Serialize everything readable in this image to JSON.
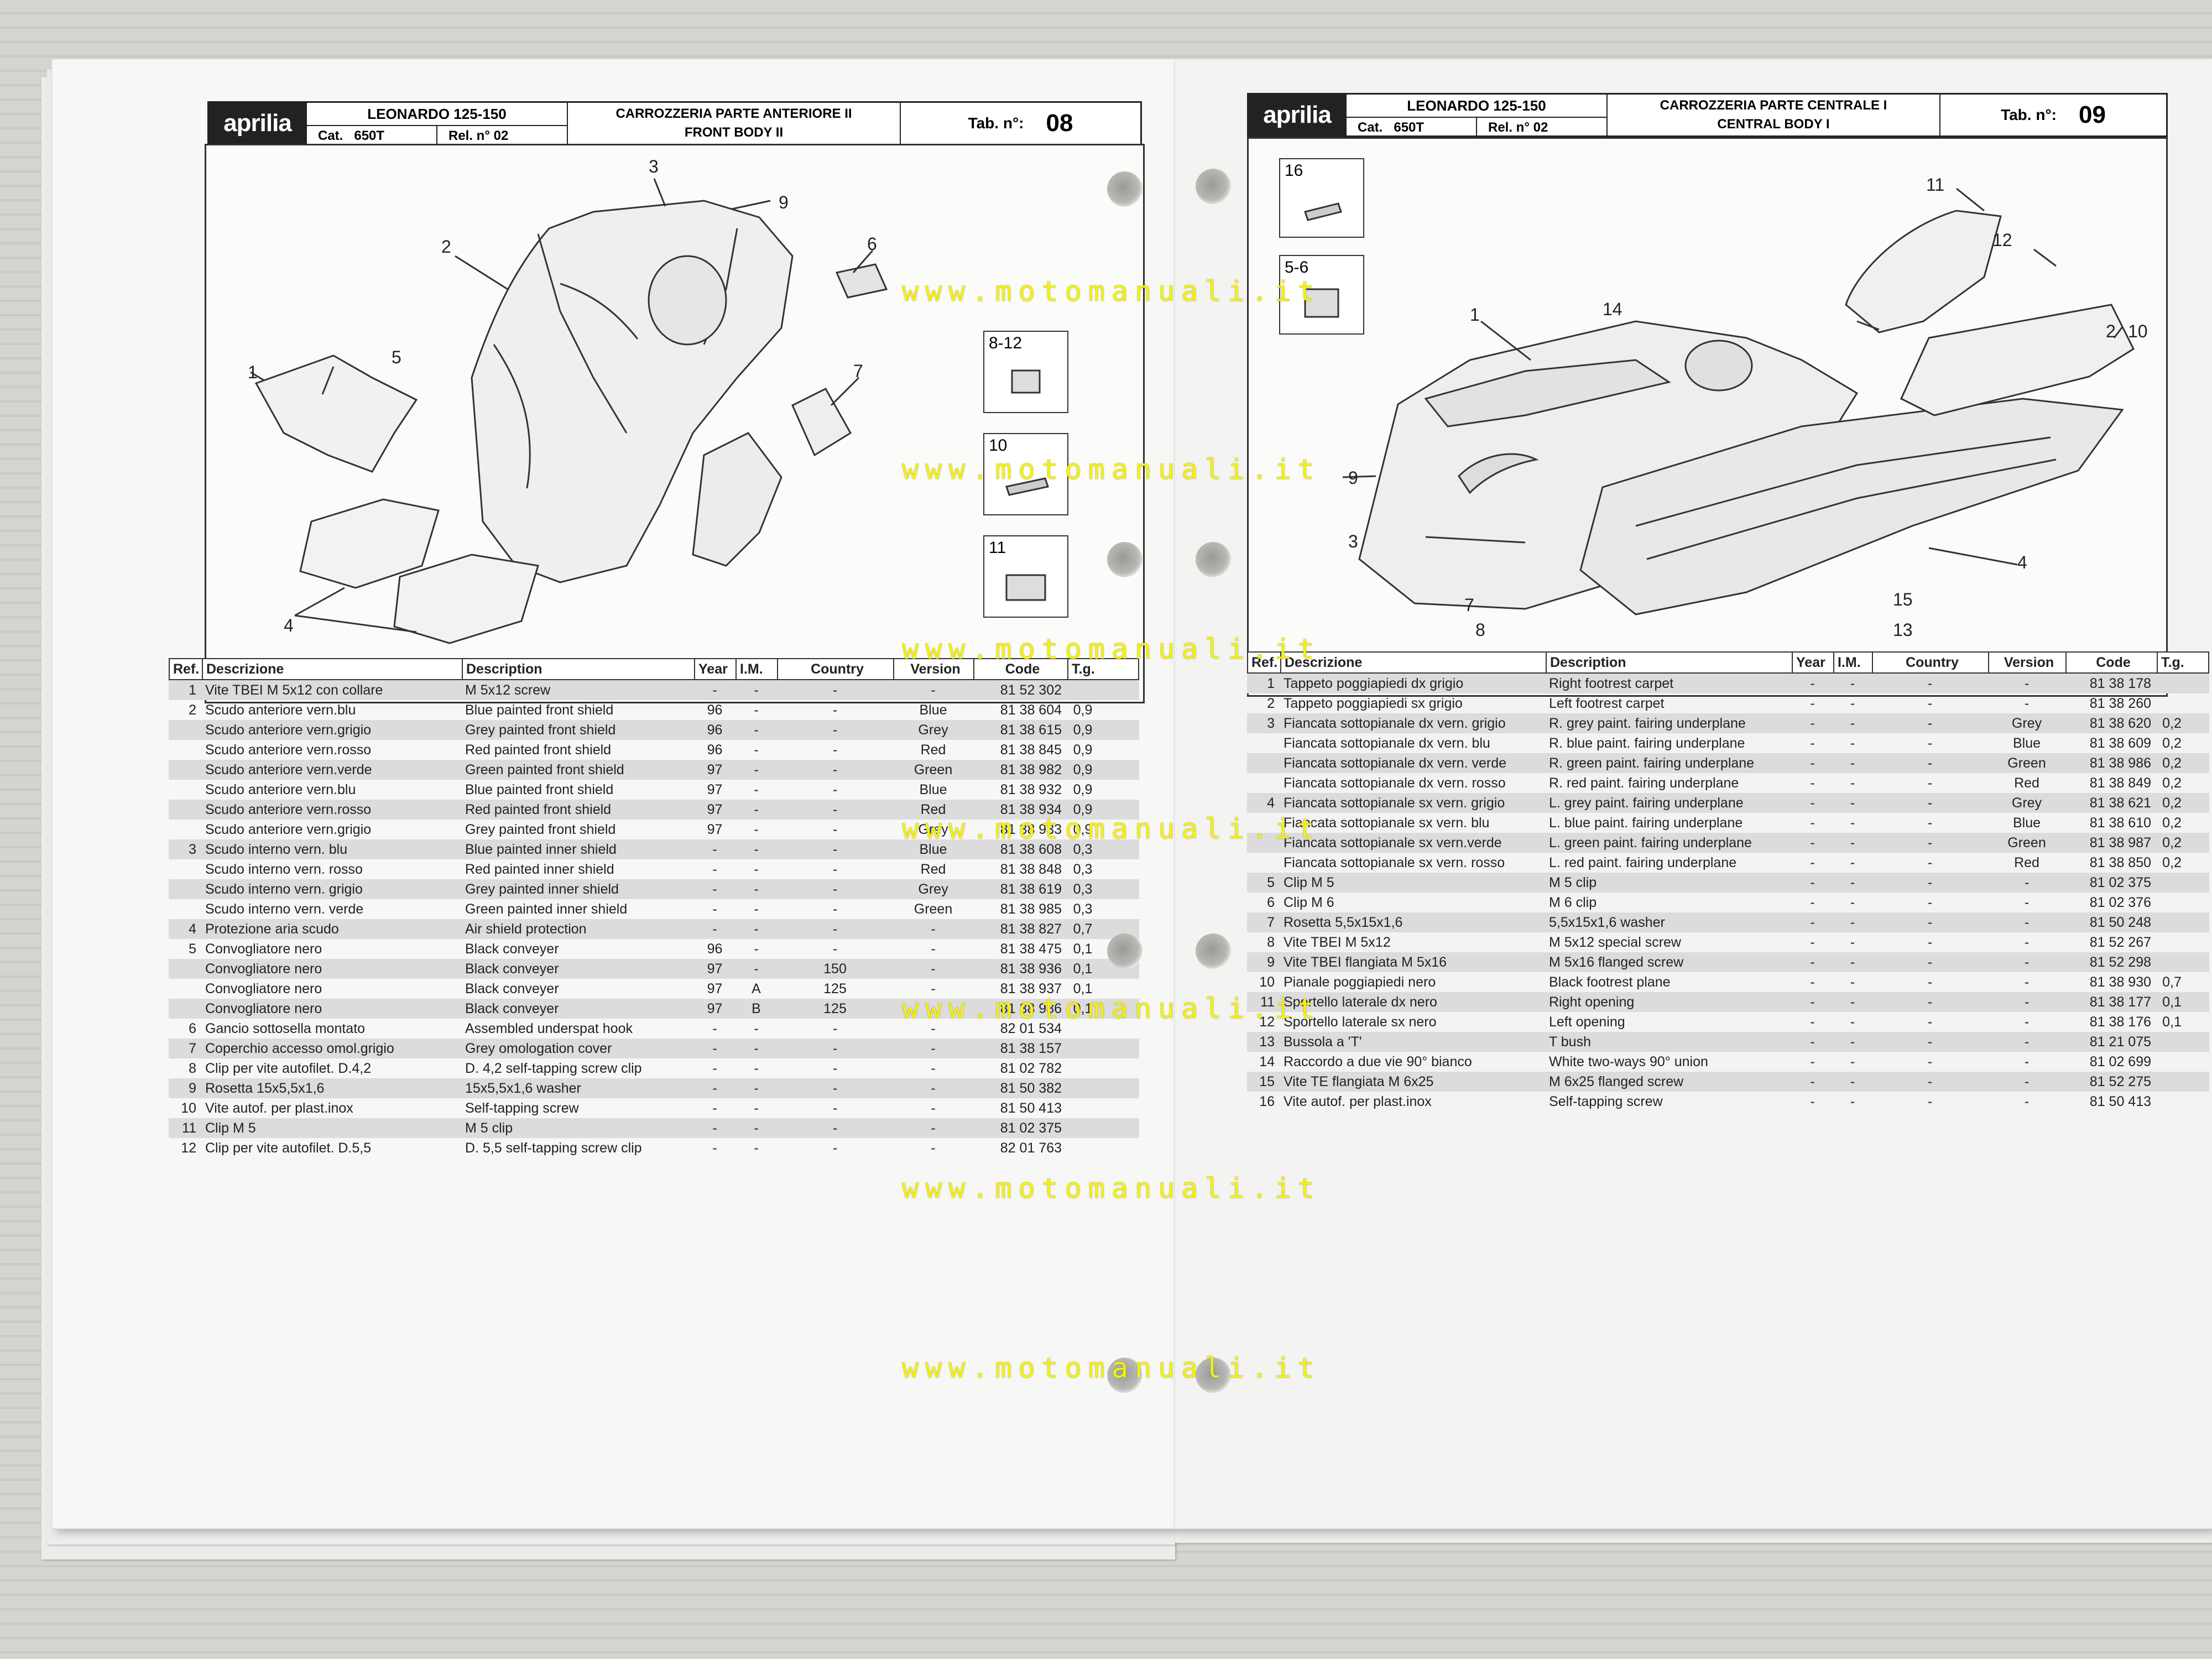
{
  "watermark": "www.motomanuali.it",
  "left_sheet": {
    "header": {
      "brand": "aprilia",
      "model": "LEONARDO 125-150",
      "cat_label": "Cat.",
      "cat_value": "650T",
      "rel_label": "Rel. n°",
      "rel_value": "02",
      "section_it": "CARROZZERIA PARTE ANTERIORE II",
      "section_en": "FRONT BODY II",
      "tab_label": "Tab. n°:",
      "tab_value": "08"
    },
    "callouts": [
      "1",
      "2",
      "3",
      "4",
      "5",
      "6",
      "7",
      "9"
    ],
    "insets": [
      "8-12",
      "10",
      "11"
    ],
    "columns": [
      "Ref.",
      "Descrizione",
      "Description",
      "Year",
      "I.M.",
      "Country",
      "Version",
      "Code",
      "T.g."
    ],
    "rows": [
      [
        "1",
        "Vite TBEI M 5x12 con collare",
        "M 5x12 screw",
        "-",
        "-",
        "-",
        "-",
        "81 52 302",
        ""
      ],
      [
        "2",
        "Scudo anteriore vern.blu",
        "Blue painted front shield",
        "96",
        "-",
        "-",
        "Blue",
        "81 38 604",
        "0,9"
      ],
      [
        "",
        "Scudo anteriore vern.grigio",
        "Grey painted front shield",
        "96",
        "-",
        "-",
        "Grey",
        "81 38 615",
        "0,9"
      ],
      [
        "",
        "Scudo anteriore vern.rosso",
        "Red painted front shield",
        "96",
        "-",
        "-",
        "Red",
        "81 38 845",
        "0,9"
      ],
      [
        "",
        "Scudo anteriore vern.verde",
        "Green painted front shield",
        "97",
        "-",
        "-",
        "Green",
        "81 38 982",
        "0,9"
      ],
      [
        "",
        "Scudo anteriore vern.blu",
        "Blue painted front shield",
        "97",
        "-",
        "-",
        "Blue",
        "81 38 932",
        "0,9"
      ],
      [
        "",
        "Scudo anteriore vern.rosso",
        "Red painted front shield",
        "97",
        "-",
        "-",
        "Red",
        "81 38 934",
        "0,9"
      ],
      [
        "",
        "Scudo anteriore vern.grigio",
        "Grey painted front shield",
        "97",
        "-",
        "-",
        "Grey",
        "81 38 933",
        "0,9"
      ],
      [
        "3",
        "Scudo interno vern. blu",
        "Blue painted inner shield",
        "-",
        "-",
        "-",
        "Blue",
        "81 38 608",
        "0,3"
      ],
      [
        "",
        "Scudo interno vern. rosso",
        "Red painted inner shield",
        "-",
        "-",
        "-",
        "Red",
        "81 38 848",
        "0,3"
      ],
      [
        "",
        "Scudo interno vern. grigio",
        "Grey painted inner shield",
        "-",
        "-",
        "-",
        "Grey",
        "81 38 619",
        "0,3"
      ],
      [
        "",
        "Scudo interno vern. verde",
        "Green painted inner shield",
        "-",
        "-",
        "-",
        "Green",
        "81 38 985",
        "0,3"
      ],
      [
        "4",
        "Protezione aria scudo",
        "Air shield protection",
        "-",
        "-",
        "-",
        "-",
        "81 38 827",
        "0,7"
      ],
      [
        "5",
        "Convogliatore nero",
        "Black conveyer",
        "96",
        "-",
        "-",
        "-",
        "81 38 475",
        "0,1"
      ],
      [
        "",
        "Convogliatore nero",
        "Black conveyer",
        "97",
        "-",
        "150",
        "-",
        "81 38 936",
        "0,1"
      ],
      [
        "",
        "Convogliatore nero",
        "Black conveyer",
        "97",
        "A",
        "125",
        "-",
        "81 38 937",
        "0,1"
      ],
      [
        "",
        "Convogliatore nero",
        "Black conveyer",
        "97",
        "B",
        "125",
        "-",
        "81 38 986",
        "0,1"
      ],
      [
        "6",
        "Gancio sottosella montato",
        "Assembled underspat hook",
        "-",
        "-",
        "-",
        "-",
        "82 01 534",
        ""
      ],
      [
        "7",
        "Coperchio accesso omol.grigio",
        "Grey omologation cover",
        "-",
        "-",
        "-",
        "-",
        "81 38 157",
        ""
      ],
      [
        "8",
        "Clip per vite autofilet. D.4,2",
        "D. 4,2 self-tapping screw clip",
        "-",
        "-",
        "-",
        "-",
        "81 02 782",
        ""
      ],
      [
        "9",
        "Rosetta 15x5,5x1,6",
        "15x5,5x1,6 washer",
        "-",
        "-",
        "-",
        "-",
        "81 50 382",
        ""
      ],
      [
        "10",
        "Vite autof. per plast.inox",
        "Self-tapping screw",
        "-",
        "-",
        "-",
        "-",
        "81 50 413",
        ""
      ],
      [
        "11",
        "Clip M 5",
        "M 5 clip",
        "-",
        "-",
        "-",
        "-",
        "81 02 375",
        ""
      ],
      [
        "12",
        "Clip per vite autofilet. D.5,5",
        "D. 5,5 self-tapping screw clip",
        "-",
        "-",
        "-",
        "-",
        "82 01 763",
        ""
      ]
    ]
  },
  "right_sheet": {
    "header": {
      "brand": "aprilia",
      "model": "LEONARDO 125-150",
      "cat_label": "Cat.",
      "cat_value": "650T",
      "rel_label": "Rel. n°",
      "rel_value": "02",
      "section_it": "CARROZZERIA PARTE CENTRALE I",
      "section_en": "CENTRAL BODY I",
      "tab_label": "Tab. n°:",
      "tab_value": "09"
    },
    "callouts": [
      "1",
      "2",
      "3",
      "4",
      "7",
      "8",
      "9",
      "10",
      "11",
      "12",
      "13",
      "14",
      "15"
    ],
    "insets": [
      "16",
      "5-6"
    ],
    "columns": [
      "Ref.",
      "Descrizione",
      "Description",
      "Year",
      "I.M.",
      "Country",
      "Version",
      "Code",
      "T.g."
    ],
    "rows": [
      [
        "1",
        "Tappeto poggiapiedi dx grigio",
        "Right footrest carpet",
        "-",
        "-",
        "-",
        "-",
        "81 38 178",
        ""
      ],
      [
        "2",
        "Tappeto poggiapiedi sx grigio",
        "Left footrest carpet",
        "-",
        "-",
        "-",
        "-",
        "81 38 260",
        ""
      ],
      [
        "3",
        "Fiancata sottopianale dx vern. grigio",
        "R. grey paint. fairing underplane",
        "-",
        "-",
        "-",
        "Grey",
        "81 38 620",
        "0,2"
      ],
      [
        "",
        "Fiancata sottopianale dx vern. blu",
        "R. blue paint. fairing underplane",
        "-",
        "-",
        "-",
        "Blue",
        "81 38 609",
        "0,2"
      ],
      [
        "",
        "Fiancata sottopianale dx vern. verde",
        "R. green paint. fairing underplane",
        "-",
        "-",
        "-",
        "Green",
        "81 38 986",
        "0,2"
      ],
      [
        "",
        "Fiancata sottopianale dx vern. rosso",
        "R. red paint. fairing underplane",
        "-",
        "-",
        "-",
        "Red",
        "81 38 849",
        "0,2"
      ],
      [
        "4",
        "Fiancata sottopianale sx vern. grigio",
        "L. grey paint. fairing underplane",
        "-",
        "-",
        "-",
        "Grey",
        "81 38 621",
        "0,2"
      ],
      [
        "",
        "Fiancata sottopianale sx vern. blu",
        "L. blue paint. fairing underplane",
        "-",
        "-",
        "-",
        "Blue",
        "81 38 610",
        "0,2"
      ],
      [
        "",
        "Fiancata sottopianale sx vern.verde",
        "L. green paint. fairing underplane",
        "-",
        "-",
        "-",
        "Green",
        "81 38 987",
        "0,2"
      ],
      [
        "",
        "Fiancata sottopianale sx vern. rosso",
        "L. red paint. fairing underplane",
        "-",
        "-",
        "-",
        "Red",
        "81 38 850",
        "0,2"
      ],
      [
        "5",
        "Clip M 5",
        "M 5 clip",
        "-",
        "-",
        "-",
        "-",
        "81 02 375",
        ""
      ],
      [
        "6",
        "Clip M 6",
        "M 6 clip",
        "-",
        "-",
        "-",
        "-",
        "81 02 376",
        ""
      ],
      [
        "7",
        "Rosetta 5,5x15x1,6",
        "5,5x15x1,6 washer",
        "-",
        "-",
        "-",
        "-",
        "81 50 248",
        ""
      ],
      [
        "8",
        "Vite TBEI M 5x12",
        "M 5x12 special screw",
        "-",
        "-",
        "-",
        "-",
        "81 52 267",
        ""
      ],
      [
        "9",
        "Vite TBEI flangiata M 5x16",
        "M 5x16 flanged screw",
        "-",
        "-",
        "-",
        "-",
        "81 52 298",
        ""
      ],
      [
        "10",
        "Pianale poggiapiedi nero",
        "Black footrest plane",
        "-",
        "-",
        "-",
        "-",
        "81 38 930",
        "0,7"
      ],
      [
        "11",
        "Sportello laterale dx nero",
        "Right opening",
        "-",
        "-",
        "-",
        "-",
        "81 38 177",
        "0,1"
      ],
      [
        "12",
        "Sportello laterale sx nero",
        "Left opening",
        "-",
        "-",
        "-",
        "-",
        "81 38 176",
        "0,1"
      ],
      [
        "13",
        "Bussola a 'T'",
        "T bush",
        "-",
        "-",
        "-",
        "-",
        "81 21 075",
        ""
      ],
      [
        "14",
        "Raccordo a due vie 90° bianco",
        "White two-ways 90° union",
        "-",
        "-",
        "-",
        "-",
        "81 02 699",
        ""
      ],
      [
        "15",
        "Vite TE flangiata M 6x25",
        "M 6x25 flanged screw",
        "-",
        "-",
        "-",
        "-",
        "81 52 275",
        ""
      ],
      [
        "16",
        "Vite autof. per plast.inox",
        "Self-tapping screw",
        "-",
        "-",
        "-",
        "-",
        "81 50 413",
        ""
      ]
    ]
  }
}
